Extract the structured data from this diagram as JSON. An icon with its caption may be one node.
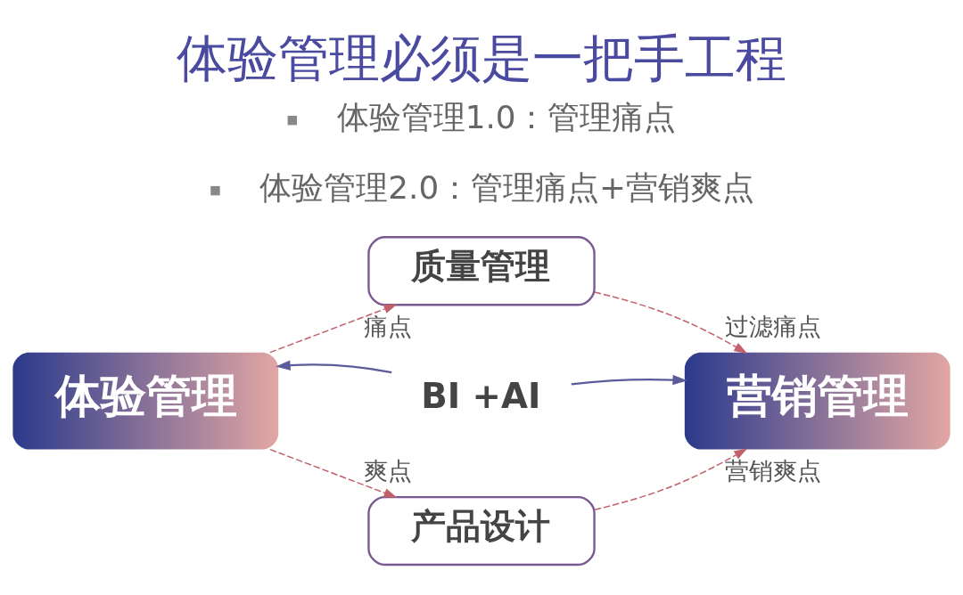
{
  "diagram": {
    "title": "体验管理必须是一把手工程",
    "nodes": [
      {
        "text": [
          "质量管理"
        ]
      },
      {
        "text": [
          "体验管理"
        ]
      },
      {
        "text": [
          "BI +AI"
        ]
      },
      {
        "text": [
          "营销管理"
        ]
      },
      {
        "text": [
          "产品设计"
        ]
      }
    ],
    "edges": [
      {
        "from": 1,
        "to": 0,
        "arrow": "to",
        "label": "痛点",
        "style": "dashed"
      },
      {
        "from": 0,
        "to": 3,
        "arrow": "to",
        "label": "过滤痛点",
        "style": "dashed"
      },
      {
        "from": 2,
        "to": 1,
        "arrow": "to",
        "color": "#5b5b9b"
      },
      {
        "from": 2,
        "to": 3,
        "arrow": "to",
        "color": "#5b5b9b"
      },
      {
        "from": 1,
        "to": 4,
        "arrow": "to",
        "label": "爽点",
        "style": "dashed"
      },
      {
        "from": 4,
        "to": 3,
        "arrow": "to",
        "label": "营销爽点",
        "style": "dashed"
      }
    ],
    "labels": [
      "体验管理1.0：管理痛点",
      "体验管理2.0：管理痛点+营销爽点"
    ]
  }
}
